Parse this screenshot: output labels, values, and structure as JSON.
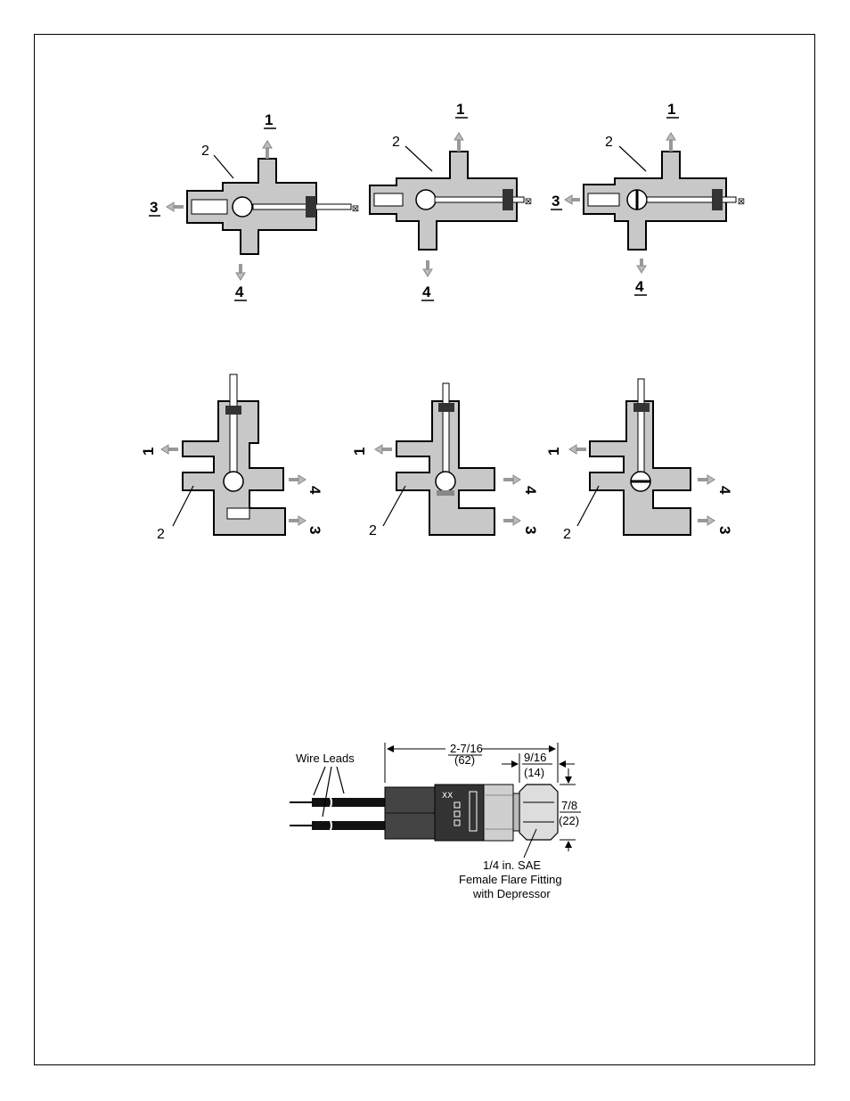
{
  "valves_top": [
    {
      "port_up": "1",
      "port_left": "3",
      "port_down": "4",
      "body_callout": "2"
    },
    {
      "port_up": "1",
      "port_down": "4",
      "body_callout": "2"
    },
    {
      "port_up": "1",
      "port_left": "3",
      "port_down": "4",
      "body_callout": "2"
    }
  ],
  "valves_bottom": [
    {
      "port_left": "1",
      "port_right_mid": "4",
      "port_right_low": "3",
      "body_callout": "2"
    },
    {
      "port_left": "1",
      "port_right_mid": "4",
      "port_right_low": "3",
      "body_callout": "2"
    },
    {
      "port_left": "1",
      "port_right_mid": "4",
      "port_right_low": "3",
      "body_callout": "2"
    }
  ],
  "switch": {
    "wire_label": "Wire Leads",
    "overall_length": "2-7/16",
    "overall_length_mm": "(62)",
    "hex_length": "9/16",
    "hex_length_mm": "(14)",
    "height": "7/8",
    "height_mm": "(22)",
    "fitting_line1": "1/4 in. SAE",
    "fitting_line2": "Female Flare Fitting",
    "fitting_line3": "with Depressor"
  }
}
